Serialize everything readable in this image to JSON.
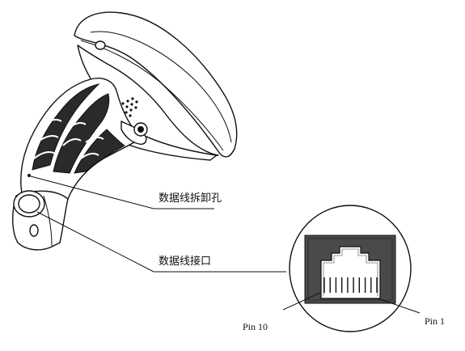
{
  "labels": {
    "cable_release_hole": "数据线拆卸孔",
    "cable_interface": "数据线接口",
    "pin_10": "Pin 10",
    "pin_1": "Pin 1"
  },
  "connector": {
    "pin_count": 10
  },
  "colors": {
    "line": "#111111",
    "port_body": "#4a4a4a",
    "port_dark": "#1a1a1a",
    "background": "#ffffff"
  }
}
